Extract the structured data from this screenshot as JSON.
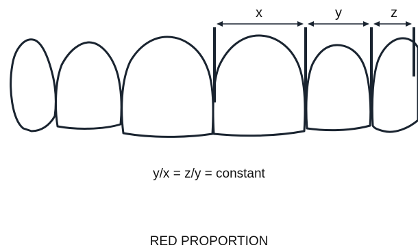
{
  "diagram": {
    "dimension_labels": {
      "x": "x",
      "y": "y",
      "z": "z"
    },
    "formula": "y/x = z/y = constant",
    "title": "RED PROPORTION"
  },
  "colors": {
    "outline": "#1a2430",
    "text": "#111111",
    "background": "#ffffff"
  }
}
